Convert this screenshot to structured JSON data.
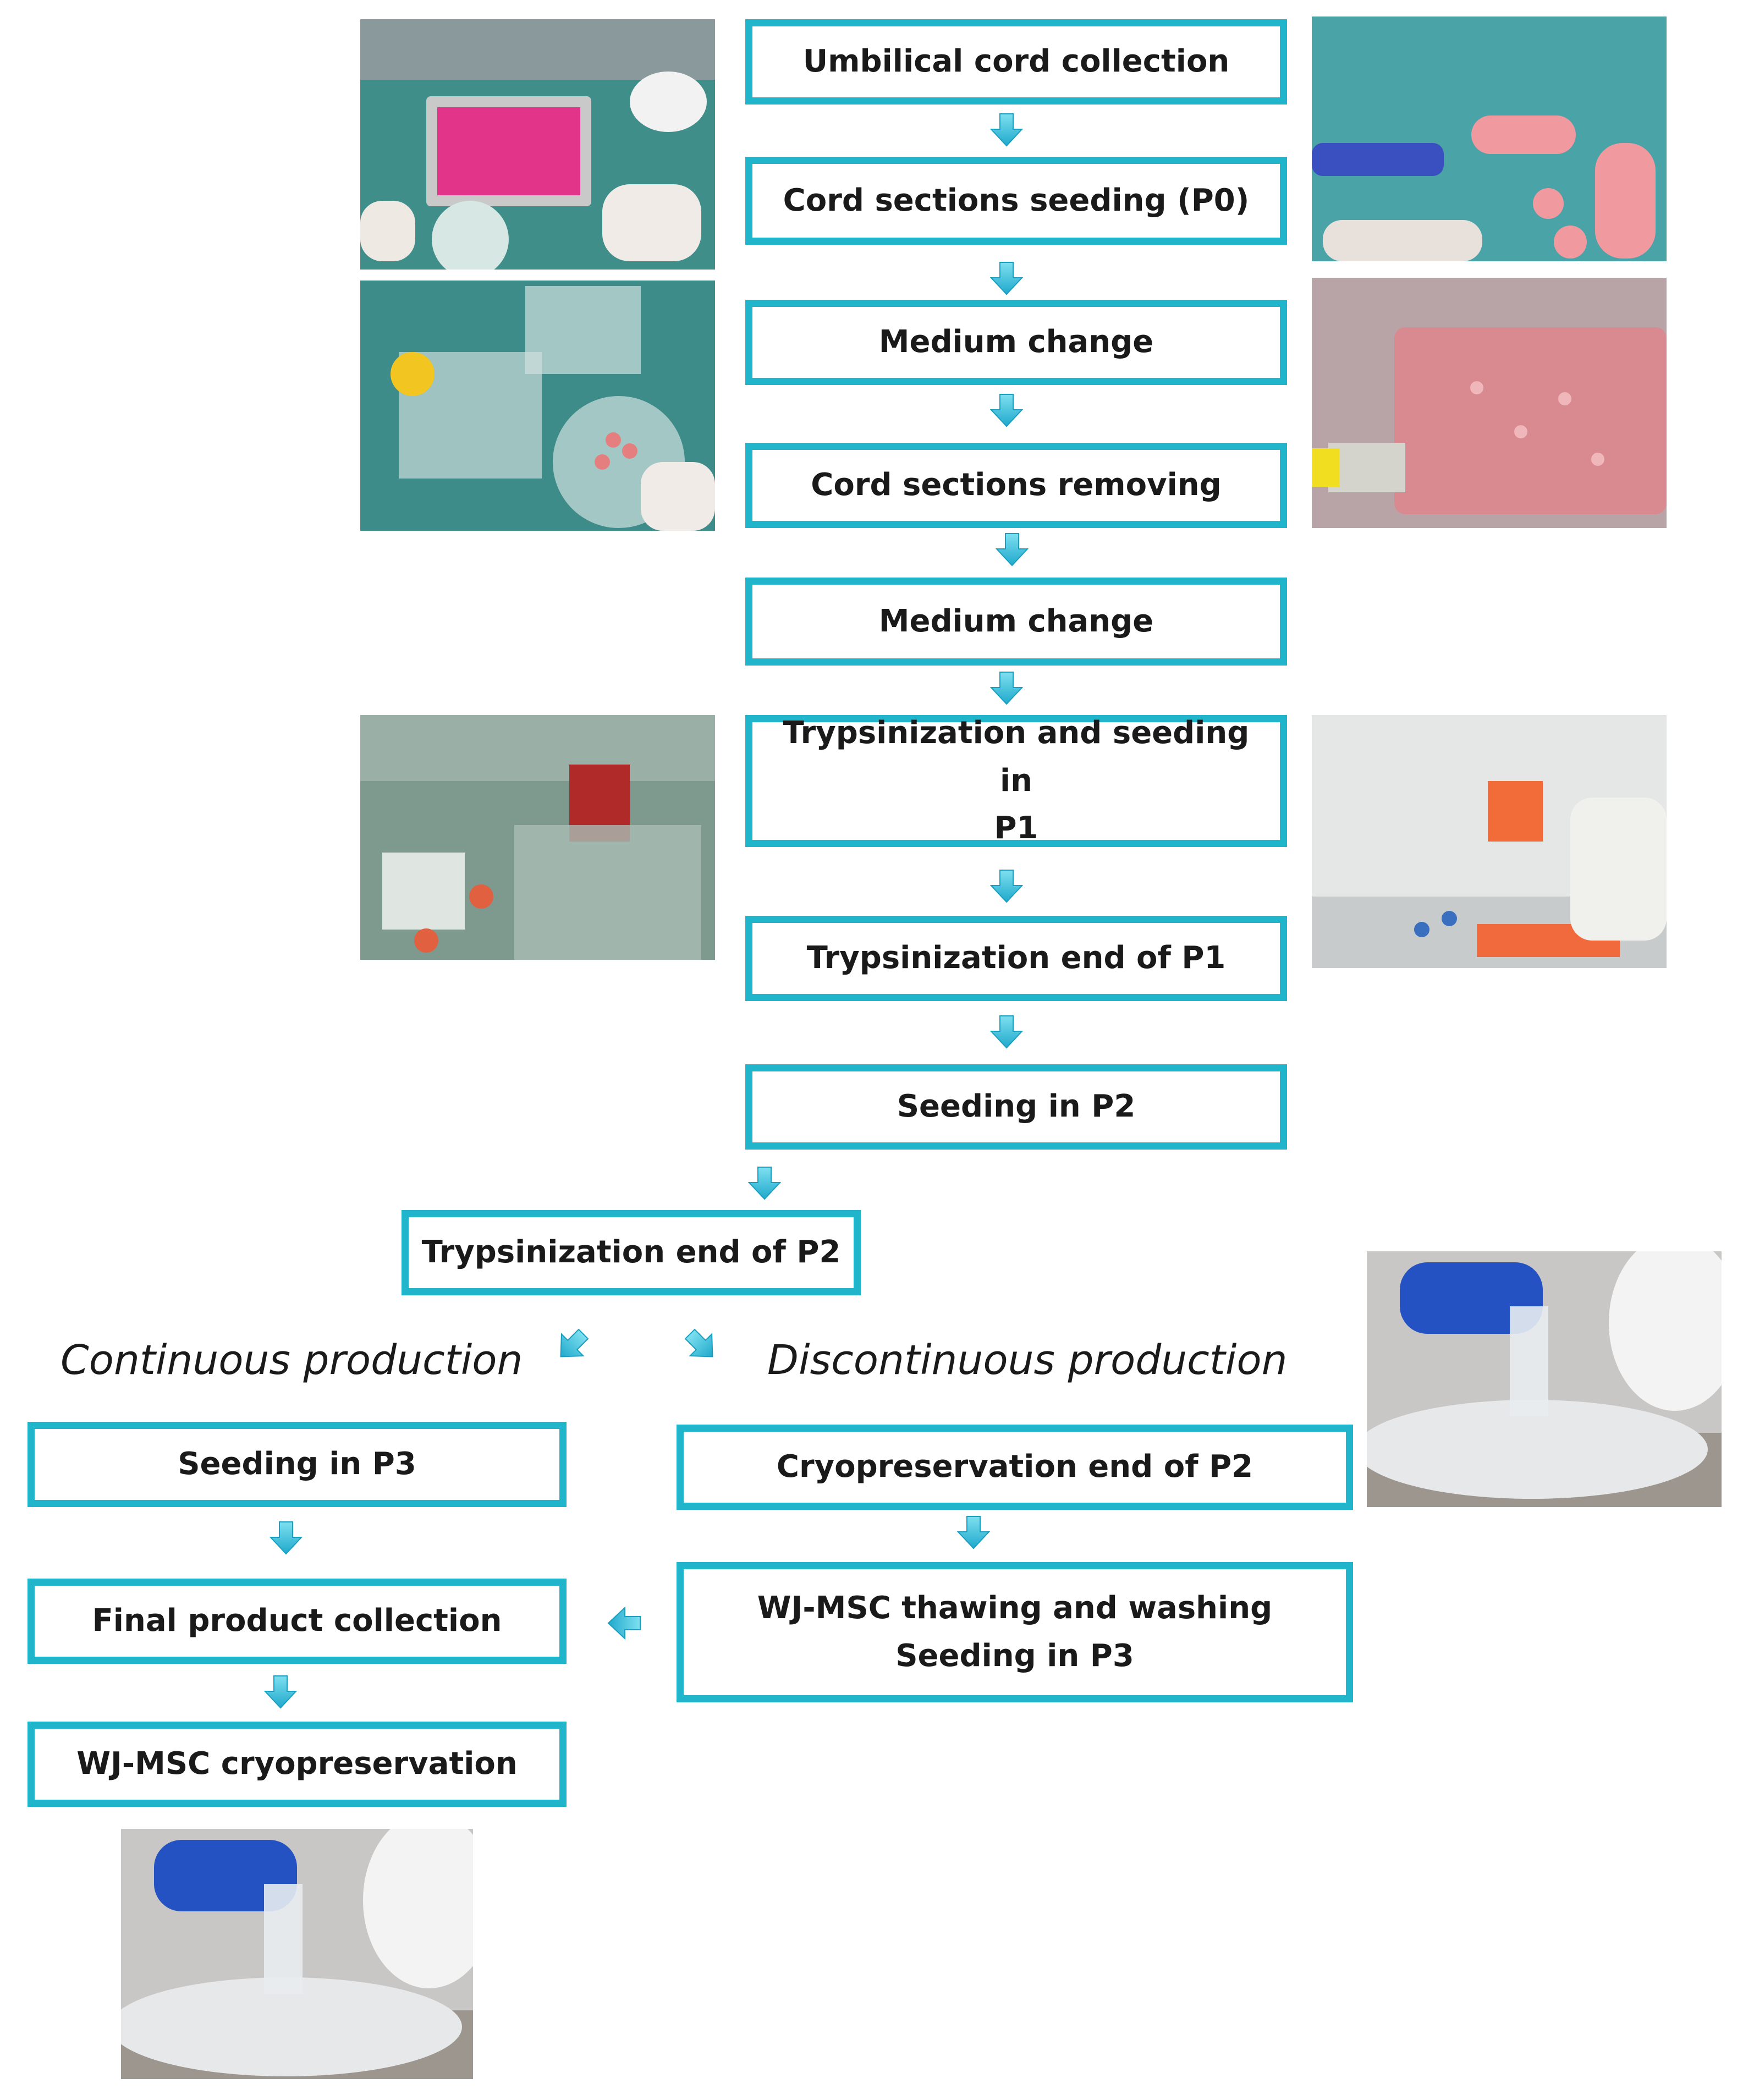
{
  "colors": {
    "accent": "#21b5cc",
    "arrow": "#29b9d6"
  },
  "steps": {
    "s1": "Umbilical cord collection",
    "s2": "Cord sections seeding (P0)",
    "s3": "Medium change",
    "s4": "Cord sections removing",
    "s5": "Medium change",
    "s6a": "Trypsinization and seeding in",
    "s6b": "P1",
    "s7": "Trypsinization end of P1",
    "s8": "Seeding in P2",
    "s9": "Trypsinization end of P2",
    "c1": "Seeding in P3",
    "c2": "Final product collection",
    "c3": "WJ-MSC cryopreservation",
    "d1": "Cryopreservation end of P2",
    "d2a": "WJ-MSC thawing and washing",
    "d2b": "Seeding in P3"
  },
  "headings": {
    "continuous": "Continuous production",
    "discontinuous": "Discontinuous production"
  }
}
